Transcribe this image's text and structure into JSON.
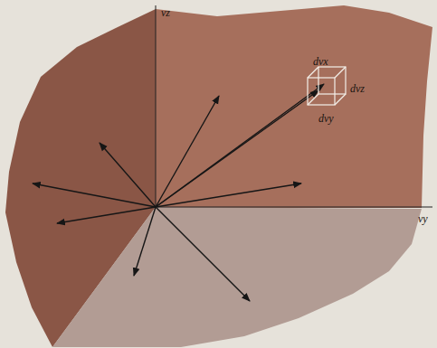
{
  "diagram": {
    "labels": [
      "vz",
      "vy",
      "dvx",
      "dvz",
      "dvy"
    ]
  }
}
